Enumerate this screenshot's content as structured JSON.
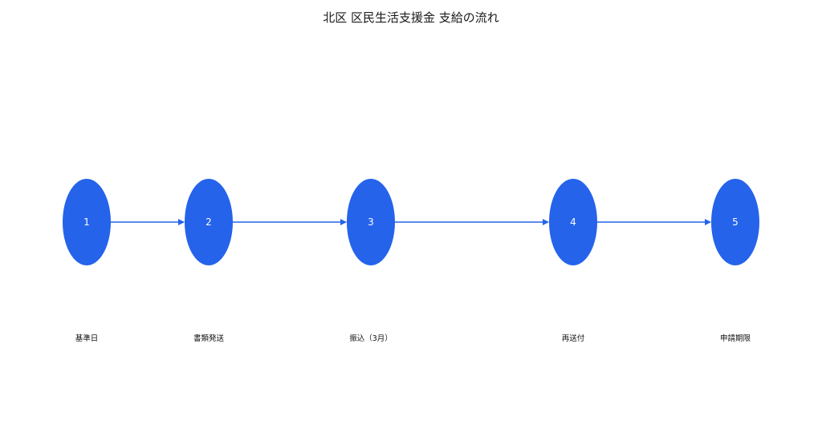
{
  "title": "北区 区民生活支援金 支給の流れ",
  "colors": {
    "node": "#2563eb",
    "edge": "#2563eb",
    "node_text": "#ffffff"
  },
  "steps": [
    {
      "number": "1",
      "label": "基準日"
    },
    {
      "number": "2",
      "label": "書類発送"
    },
    {
      "number": "3",
      "label": "振込（3月）"
    },
    {
      "number": "4",
      "label": "再送付"
    },
    {
      "number": "5",
      "label": "申請期限"
    }
  ],
  "edges": [
    {
      "from": "1",
      "to": "2"
    },
    {
      "from": "2",
      "to": "3"
    },
    {
      "from": "3",
      "to": "4"
    },
    {
      "from": "4",
      "to": "5"
    }
  ]
}
